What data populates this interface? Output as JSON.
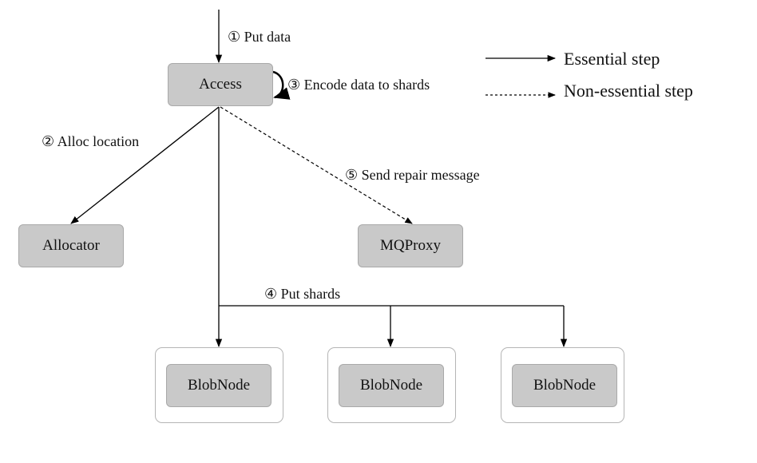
{
  "nodes": {
    "access": "Access",
    "allocator": "Allocator",
    "mqproxy": "MQProxy",
    "blobnodes": [
      "BlobNode",
      "BlobNode",
      "BlobNode"
    ]
  },
  "steps": {
    "put_data": "① Put data",
    "alloc_location": "② Alloc location",
    "encode": "③ Encode data to shards",
    "put_shards": "④ Put shards",
    "send_repair": "⑤ Send repair message"
  },
  "legend": {
    "essential": "Essential step",
    "non_essential": "Non-essential step"
  }
}
